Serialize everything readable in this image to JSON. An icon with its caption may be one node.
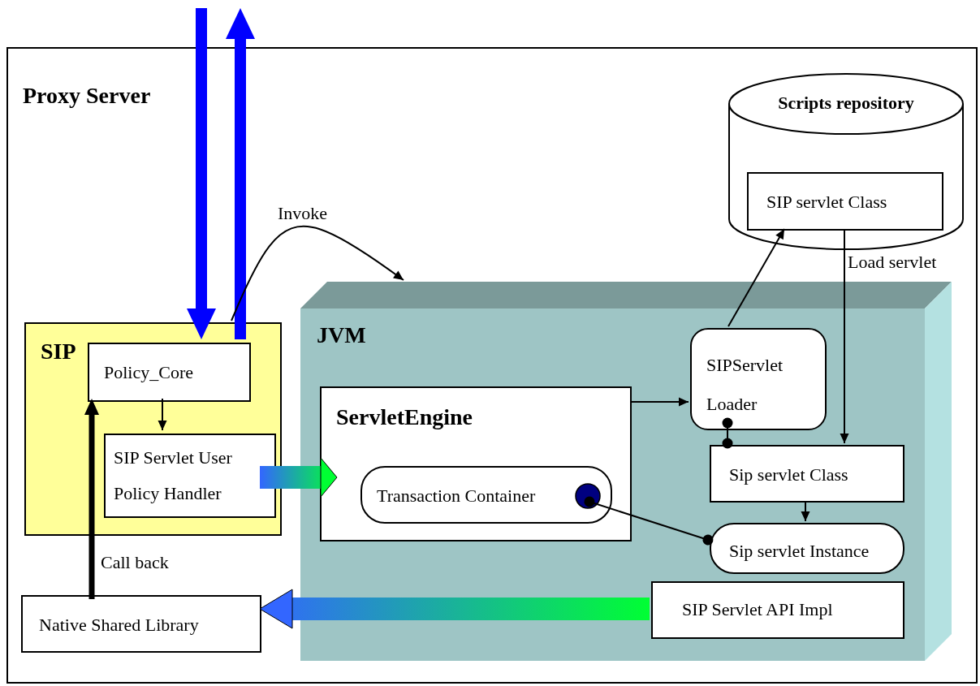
{
  "diagram": {
    "nodes": [
      {
        "text": [
          "Proxy Server"
        ]
      },
      {
        "text": [
          "SIP"
        ],
        "in": 0
      },
      {
        "text": [
          "Policy_Core"
        ],
        "in": 1
      },
      {
        "text": [
          "SIP Servlet User Policy Handler"
        ],
        "in": 1
      },
      {
        "text": [
          "Native Shared Library"
        ],
        "in": 0
      },
      {
        "text": [
          "Scripts repository"
        ],
        "in": 0
      },
      {
        "text": [
          "SIP servlet Class"
        ],
        "in": 5
      },
      {
        "text": [
          "JVM"
        ],
        "in": 0
      },
      {
        "text": [
          "ServletEngine"
        ],
        "in": 7
      },
      {
        "text": [
          "Transaction Container"
        ],
        "in": 8
      },
      {
        "text": [
          "SIPServlet Loader"
        ],
        "in": 7
      },
      {
        "text": [
          "Sip servlet Class"
        ],
        "in": 7
      },
      {
        "text": [
          "Sip servlet Instance"
        ],
        "in": 7
      },
      {
        "text": [
          "SIP Servlet API Impl"
        ],
        "in": 7
      }
    ],
    "edges": [
      {
        "from": null,
        "to": 2,
        "arrow": "to",
        "style": "thick",
        "color": "#0000ff"
      },
      {
        "from": 2,
        "to": null,
        "arrow": "to",
        "style": "thick",
        "color": "#0000ff"
      },
      {
        "from": 1,
        "to": 7,
        "arrow": "to",
        "label": "Invoke"
      },
      {
        "from": 2,
        "to": 3,
        "arrow": "to"
      },
      {
        "from": 4,
        "to": 2,
        "arrow": "to",
        "label": "Call back",
        "style": "thick"
      },
      {
        "from": 3,
        "to": 8,
        "arrow": "to",
        "style": "thick"
      },
      {
        "from": 13,
        "to": 4,
        "arrow": "to",
        "style": "thick"
      },
      {
        "from": 8,
        "to": 10,
        "arrow": "to"
      },
      {
        "from": 10,
        "to": 6,
        "arrow": "to"
      },
      {
        "from": 6,
        "to": 11,
        "arrow": "to",
        "label": "Load servlet"
      },
      {
        "from": 10,
        "to": 11,
        "arrow": "other"
      },
      {
        "from": 11,
        "to": 12,
        "arrow": "to"
      },
      {
        "from": 9,
        "to": 12,
        "arrow": "other"
      }
    ]
  }
}
